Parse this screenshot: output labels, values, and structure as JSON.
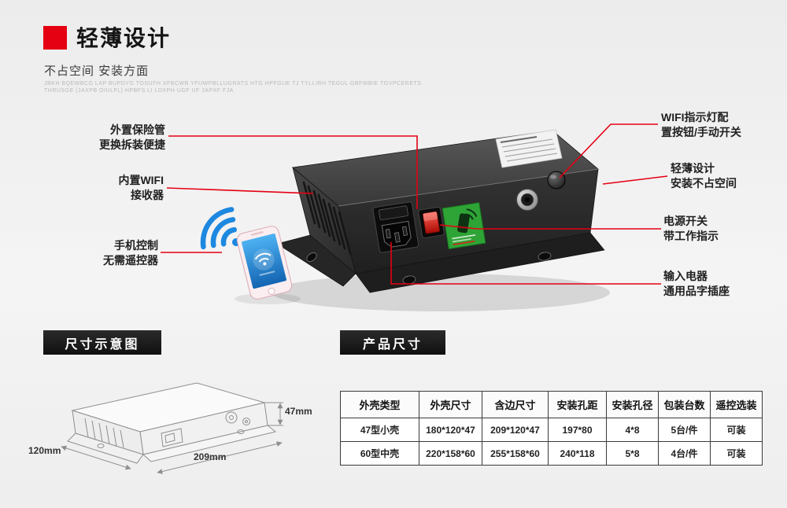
{
  "colors": {
    "accent_red": "#e50012",
    "wifi_blue": "#1d88e0",
    "sticker_green": "#2fa436"
  },
  "header": {
    "title": "轻薄设计",
    "subtitle": "不占空间 安装方面",
    "fineprint_line1": "JBKH BQEWBCG LAP BUPDYG TOSUFH XFBCWB YFUWPBLLUGRATS HTG HPFGUE TJ TYLLIRH TEGUL GBFWBIE TGVPCERETS",
    "fineprint_line2": "THRUSGE (JAXPB OIULFL) HPBFS LI LDXPH UGF UF JAPXF FJA"
  },
  "callouts": {
    "fuse": {
      "line1": "外置保险管",
      "line2": "更换拆装便捷"
    },
    "wifi_receiver": {
      "line1": "内置WIFI",
      "line2": "接收器"
    },
    "phone_control": {
      "line1": "手机控制",
      "line2": "无需遥控器"
    },
    "wifi_indicator": {
      "line1": "WIFI指示灯配",
      "line2": "置按钮/手动开关"
    },
    "slim_design": {
      "line1": "轻薄设计",
      "line2": "安装不占空间"
    },
    "power_switch": {
      "line1": "电源开关",
      "line2": "带工作指示"
    },
    "power_input": {
      "line1": "输入电器",
      "line2": "通用品字插座"
    }
  },
  "sections": {
    "size_diagram_tag": "尺寸示意图",
    "product_size_tag": "产品尺寸"
  },
  "size_diagram": {
    "height": "47mm",
    "depth": "120mm",
    "width": "209mm"
  },
  "spec_table": {
    "headers": [
      "外壳类型",
      "外壳尺寸",
      "含边尺寸",
      "安装孔距",
      "安装孔径",
      "包装台数",
      "遥控选装"
    ],
    "rows": [
      [
        "47型小壳",
        "180*120*47",
        "209*120*47",
        "197*80",
        "4*8",
        "5台/件",
        "可装"
      ],
      [
        "60型中壳",
        "220*158*60",
        "255*158*60",
        "240*118",
        "5*8",
        "4台/件",
        "可装"
      ]
    ]
  }
}
